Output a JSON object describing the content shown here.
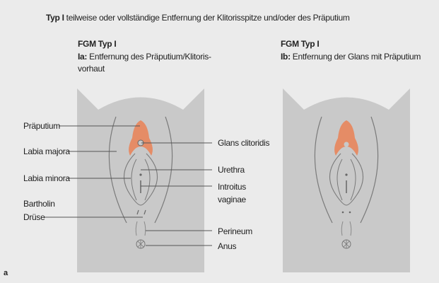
{
  "title": {
    "bold": "Typ I",
    "rest": " teilweise oder vollständige Entfernung der Klitorisspitze und/oder des Präputium"
  },
  "panel_a": {
    "heading": "FGM Typ I",
    "sub_bold": "Ia:",
    "sub_line1": " Entfernung des Präputium/Klitoris-",
    "sub_line2": "vorhaut"
  },
  "panel_b": {
    "heading": "FGM Typ I",
    "sub_bold": "Ib:",
    "sub_line1": " Entfernung der Glans mit Präputium"
  },
  "labels_left": [
    "Präputium",
    "Labia majora",
    "Labia minora",
    "Bartholin",
    "Drüse"
  ],
  "labels_right": [
    "Glans clitoridis",
    "Urethra",
    "Introitus",
    "vaginae",
    "Perineum",
    "Anus"
  ],
  "figure_letter": "a",
  "colors": {
    "background": "#ebebeb",
    "body": "#c9c9c9",
    "tissue": "#e58c66",
    "line": "#555555"
  }
}
